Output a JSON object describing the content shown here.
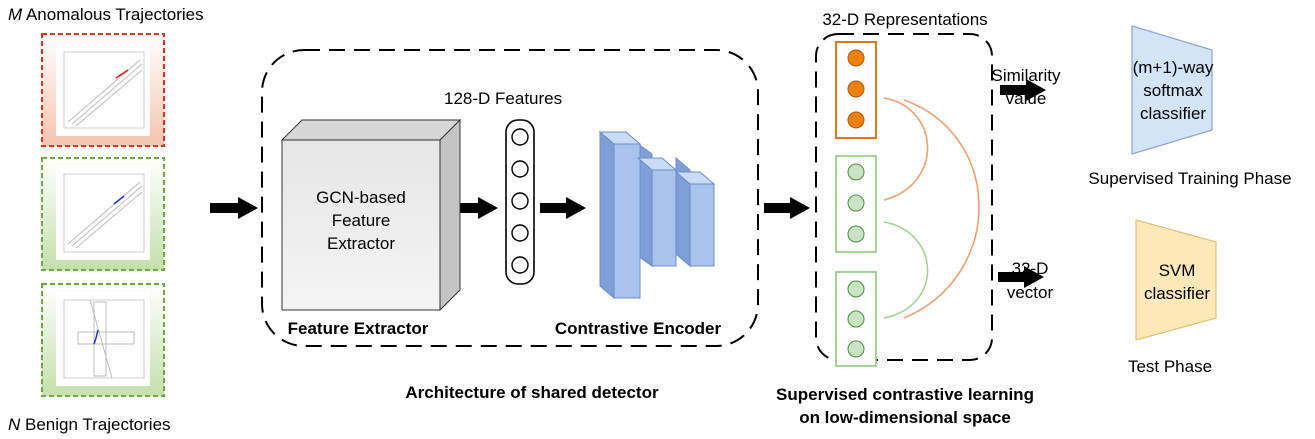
{
  "inputs": {
    "anomalous_prefix": "M",
    "anomalous_label": " Anomalous Trajectories",
    "benign_prefix": "N",
    "benign_label": " Benign Trajectories"
  },
  "detector": {
    "features_label": "128-D Features",
    "extractor_box_lines": [
      "GCN-based",
      "Feature",
      "Extractor"
    ],
    "feature_extractor_label": "Feature Extractor",
    "contrastive_encoder_label": "Contrastive Encoder",
    "caption": "Architecture of shared detector"
  },
  "representations": {
    "title": "32-D Representations",
    "caption_line1": "Supervised contrastive learning",
    "caption_line2": "on low-dimensional space"
  },
  "training": {
    "input_line1": "Similarity",
    "input_line2": "value",
    "classifier_lines": [
      "(m+1)-way",
      "softmax",
      "classifier"
    ],
    "phase_label": "Supervised Training Phase"
  },
  "test": {
    "input_line1": "32-D",
    "input_line2": "vector",
    "classifier_lines": [
      "SVM",
      "classifier"
    ],
    "phase_label": "Test Phase"
  },
  "colors": {
    "anomalous_border": "#e03020",
    "anomalous_fill": "#f6c8b4",
    "benign_border": "#6aaa40",
    "benign_fill": "#c6dfb0",
    "orange_node": "#f08010",
    "green_node": "#c8e4c0",
    "encoder_blue": "#a8c4ec",
    "train_trap": "#d4e4f8",
    "test_trap": "#fde8b8"
  }
}
